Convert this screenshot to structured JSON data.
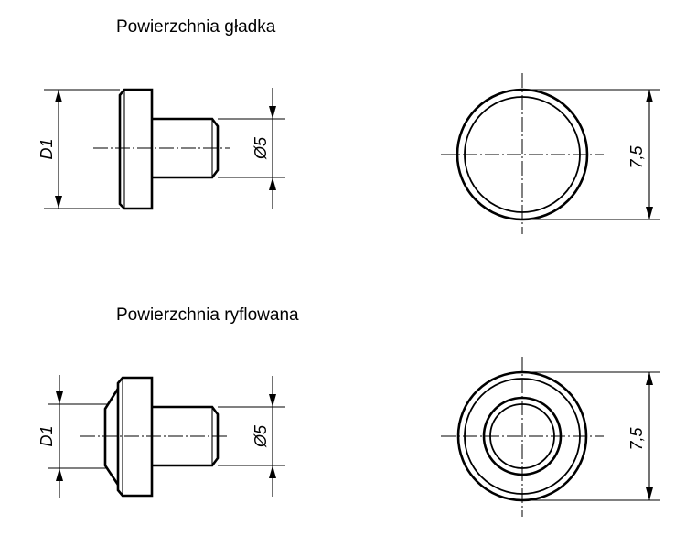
{
  "sections": {
    "smooth": {
      "title": "Powierzchnia gładka",
      "dim_d1": "D1",
      "dim_pin": "Ø5",
      "dim_outer": "7,5"
    },
    "knurled": {
      "title": "Powierzchnia ryflowana",
      "dim_d1": "D1",
      "dim_pin": "Ø5",
      "dim_outer": "7,5"
    }
  }
}
